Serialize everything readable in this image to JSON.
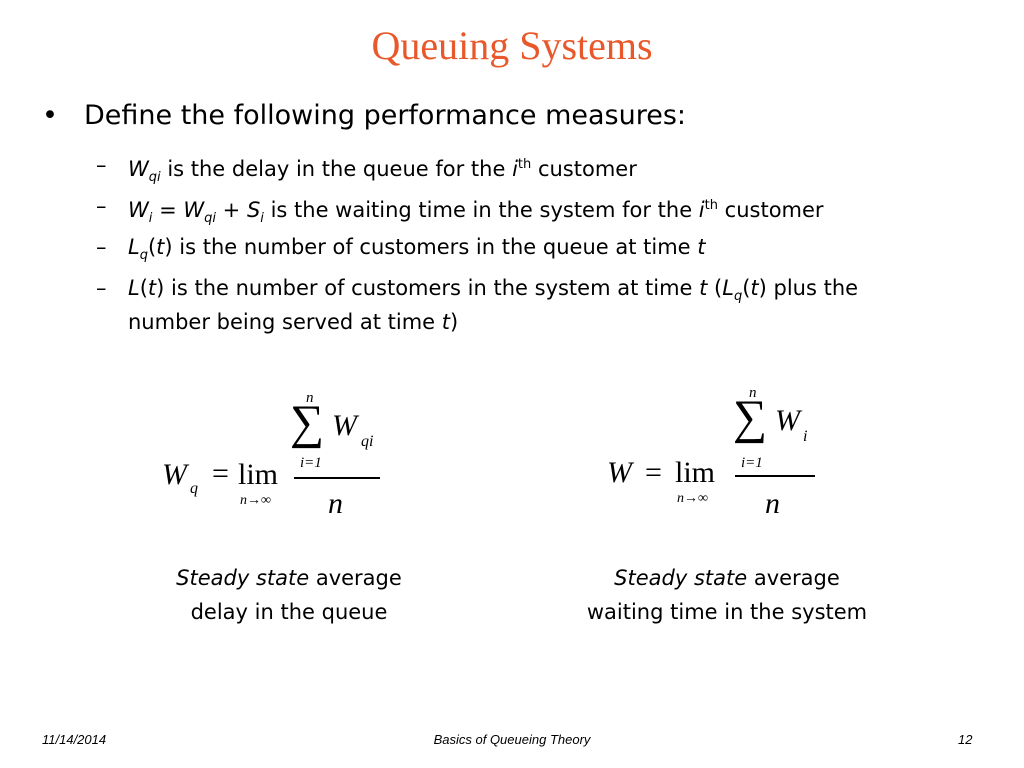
{
  "title": "Queuing Systems",
  "bullet": "Define the following performance measures:",
  "items": [
    {
      "symbol": "W",
      "sub": "qi",
      "text": " is the delay in the queue for the ",
      "i": "i",
      "sup": "th",
      "tail": " customer"
    },
    {
      "s1": "W",
      "sub1": "i",
      "eq": " = ",
      "s2": "W",
      "sub2": "qi",
      "plus": " + ",
      "s3": "S",
      "sub3": "i",
      "text": " is the waiting time in the system for the ",
      "i": "i",
      "sup": "th",
      "tail": " customer"
    },
    {
      "symbol": "L",
      "sub": "q",
      "paren_open": "(",
      "t": "t",
      "paren_close": ")",
      "text": " is the number of customers in the queue at time ",
      "t2": "t"
    },
    {
      "symbol": "L",
      "paren_open": "(",
      "t": "t",
      "paren_close": ")",
      "text": " is the number of customers in the system at time ",
      "t2": "t",
      "open2": " (",
      "s2": "L",
      "sub2": "q",
      "p2o": "(",
      "t3": "t",
      "p2c": ")",
      "tail": " plus the",
      "line2": "number being served at time ",
      "t4": "t",
      "end": ")"
    }
  ],
  "formula_left": {
    "lhs": "W",
    "lhs_sub": "q",
    "eq": "=",
    "lim": "lim",
    "lim_sub": "n→∞",
    "sum_top": "n",
    "sum": "∑",
    "term": "W",
    "term_sub": "qi",
    "sum_bottom": "i=1",
    "den": "n"
  },
  "formula_right": {
    "lhs": "W",
    "eq": "=",
    "lim": "lim",
    "lim_sub": "n→∞",
    "sum_top": "n",
    "sum": "∑",
    "term": "W",
    "term_sub": "i",
    "sum_bottom": "i=1",
    "den": "n"
  },
  "caption_left": {
    "em": "Steady state",
    "rest": " average",
    "line2": "delay in the queue"
  },
  "caption_right": {
    "em": "Steady state",
    "rest": " average",
    "line2": "waiting time in the system"
  },
  "footer": {
    "date": "11/14/2014",
    "center": "Basics of Queueing Theory",
    "page": "12"
  }
}
